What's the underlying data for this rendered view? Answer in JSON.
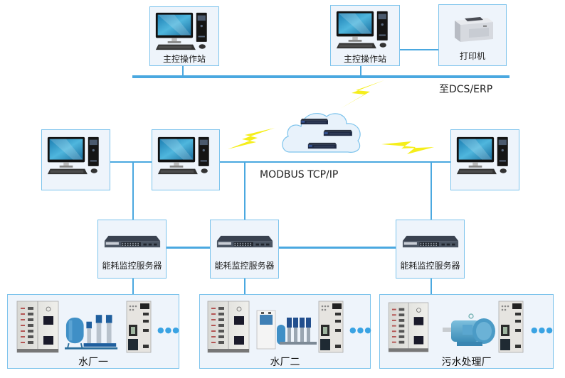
{
  "diagram": {
    "top_network": {
      "nodes": [
        {
          "id": "workstation-1",
          "label": "主控操作站",
          "icon": "desktop-computer-icon"
        },
        {
          "id": "workstation-2",
          "label": "主控操作站",
          "icon": "desktop-computer-icon"
        },
        {
          "id": "printer",
          "label": "打印机",
          "icon": "printer-icon"
        }
      ],
      "bus_label": "至DCS/ERP"
    },
    "cloud": {
      "icon": "cloud-server-icon",
      "servers": 3
    },
    "middle_network": {
      "protocol_label": "MODBUS TCP/IP",
      "nodes": [
        {
          "id": "client-1",
          "icon": "desktop-computer-icon"
        },
        {
          "id": "client-2",
          "icon": "desktop-computer-icon"
        },
        {
          "id": "client-3",
          "icon": "desktop-computer-icon"
        }
      ]
    },
    "servers": [
      {
        "label": "能耗监控服务器",
        "icon": "network-switch-icon"
      },
      {
        "label": "能耗监控服务器",
        "icon": "network-switch-icon"
      },
      {
        "label": "能耗监控服务器",
        "icon": "network-switch-icon"
      }
    ],
    "plants": [
      {
        "label": "水厂一",
        "equipment": [
          "switchgear-cabinet-icon",
          "water-pump-set-icon",
          "control-panel-icon"
        ],
        "more": "●●●"
      },
      {
        "label": "水厂二",
        "equipment": [
          "switchgear-cabinet-icon",
          "booster-pump-station-icon",
          "control-panel-icon"
        ],
        "more": "●●●"
      },
      {
        "label": "污水处理厂",
        "equipment": [
          "switchgear-cabinet-icon",
          "electric-motor-icon",
          "control-panel-icon"
        ],
        "more": "●●●"
      }
    ],
    "wireless_links": [
      "lightning-bolt-icon",
      "lightning-bolt-icon",
      "lightning-bolt-icon"
    ]
  },
  "colors": {
    "line": "#4aa8e0",
    "box_border": "#7cc3ec",
    "box_fill": "#eef4fb",
    "lightning": "#f5ee1a",
    "dots": "#3aa3e3"
  }
}
